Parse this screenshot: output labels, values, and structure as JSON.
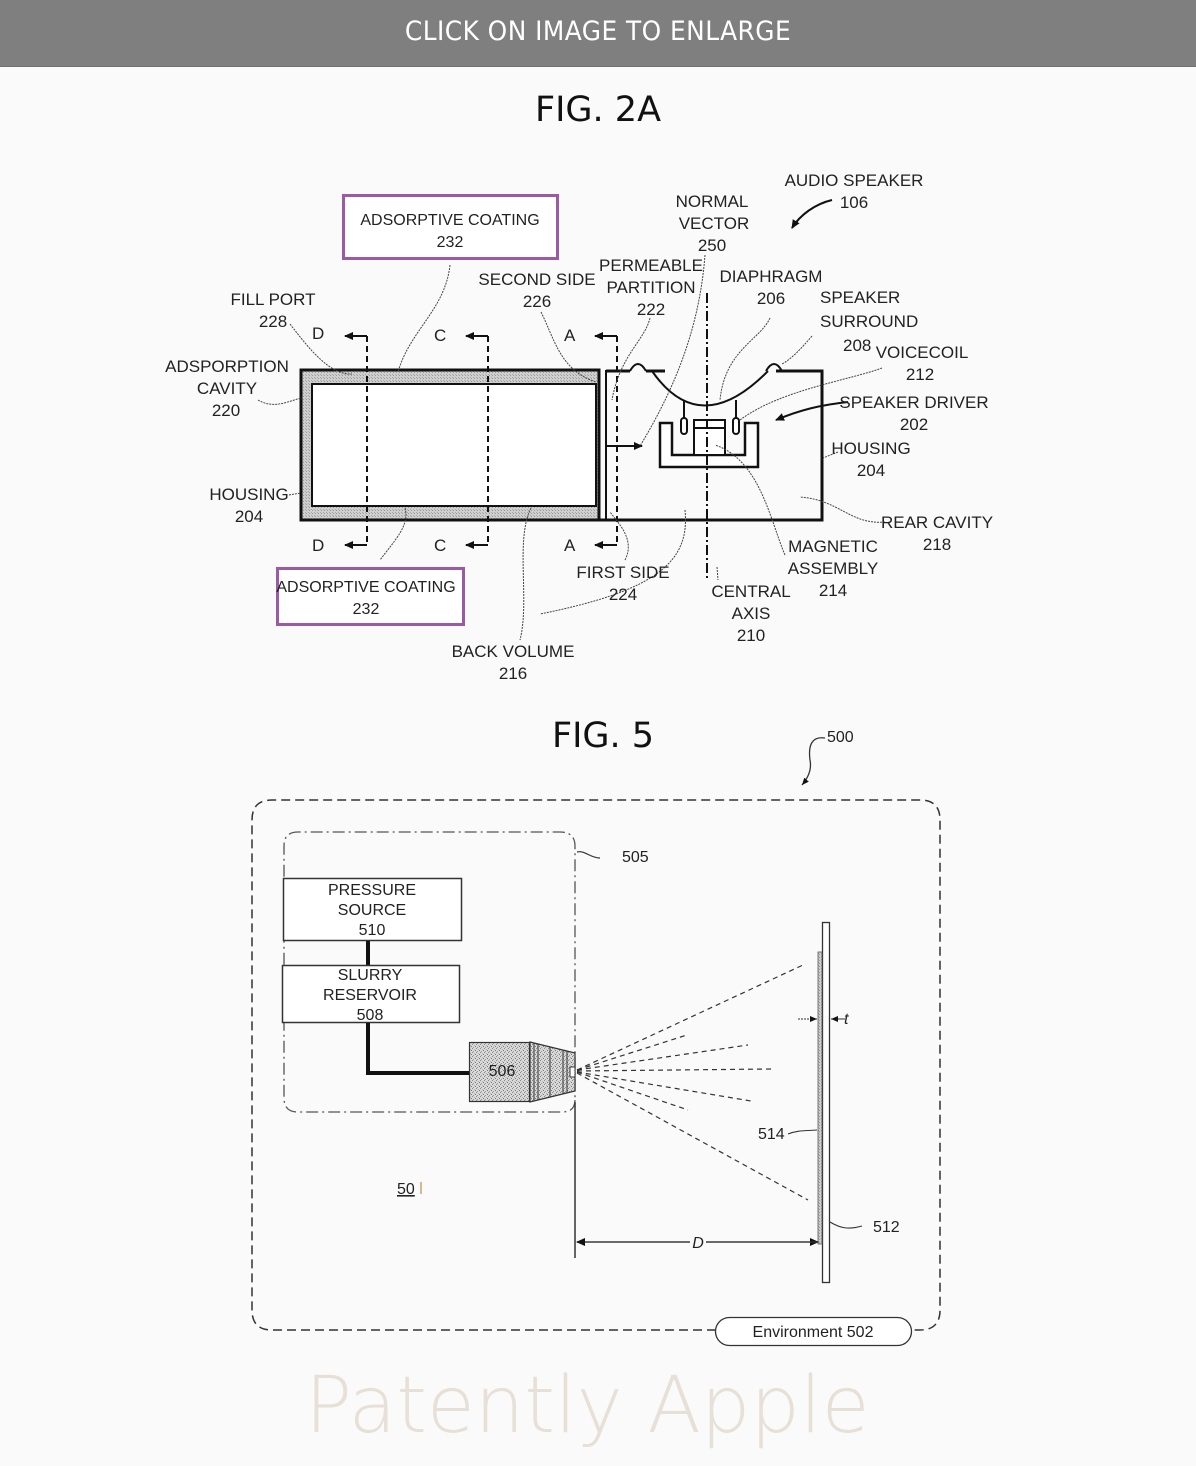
{
  "banner": {
    "text": "CLICK ON IMAGE TO ENLARGE"
  },
  "fig2a": {
    "title": "FIG. 2A",
    "labels": {
      "audio_speaker": [
        "AUDIO SPEAKER",
        "106"
      ],
      "normal_vector": [
        "NORMAL",
        "VECTOR",
        "250"
      ],
      "permeable_partition": [
        "PERMEABLE",
        "PARTITION",
        "222"
      ],
      "second_side": [
        "SECOND SIDE",
        "226"
      ],
      "diaphragm": [
        "DIAPHRAGM",
        "206"
      ],
      "speaker_surround": [
        "SPEAKER",
        "SURROUND",
        "208"
      ],
      "voicecoil": [
        "VOICECOIL",
        "212"
      ],
      "speaker_driver": [
        "SPEAKER DRIVER",
        "202"
      ],
      "housing_right": [
        "HOUSING",
        "204"
      ],
      "rear_cavity": [
        "REAR CAVITY",
        "218"
      ],
      "magnetic_assembly": [
        "MAGNETIC",
        "ASSEMBLY",
        "214"
      ],
      "central_axis": [
        "CENTRAL",
        "AXIS",
        "210"
      ],
      "first_side": [
        "FIRST SIDE",
        "224"
      ],
      "back_volume": [
        "BACK VOLUME",
        "216"
      ],
      "housing_left": [
        "HOUSING",
        "204"
      ],
      "adsorption_cavity": [
        "ADSPORPTION",
        "CAVITY",
        "220"
      ],
      "fill_port": [
        "FILL PORT",
        "228"
      ]
    },
    "section_markers": [
      "D",
      "C",
      "A"
    ],
    "callouts": [
      {
        "title": "ADSORPTIVE COATING",
        "number": "232"
      },
      {
        "title": "ADSORPTIVE COATING",
        "number": "232"
      }
    ],
    "callout_color": "#9b59a6"
  },
  "fig5": {
    "title": "FIG. 5",
    "labels": {
      "system_ref": "500",
      "subsystem_ref": "505",
      "pressure_source": [
        "PRESSURE",
        "SOURCE",
        "510"
      ],
      "slurry_reservoir": [
        "SLURRY",
        "RESERVOIR",
        "508"
      ],
      "nozzle": "506",
      "thickness": "t",
      "coating_ref": "514",
      "substrate_ref": "512",
      "distance": "D",
      "item_501": "50",
      "environment": "Environment 502"
    }
  },
  "watermark": "Patently Apple"
}
